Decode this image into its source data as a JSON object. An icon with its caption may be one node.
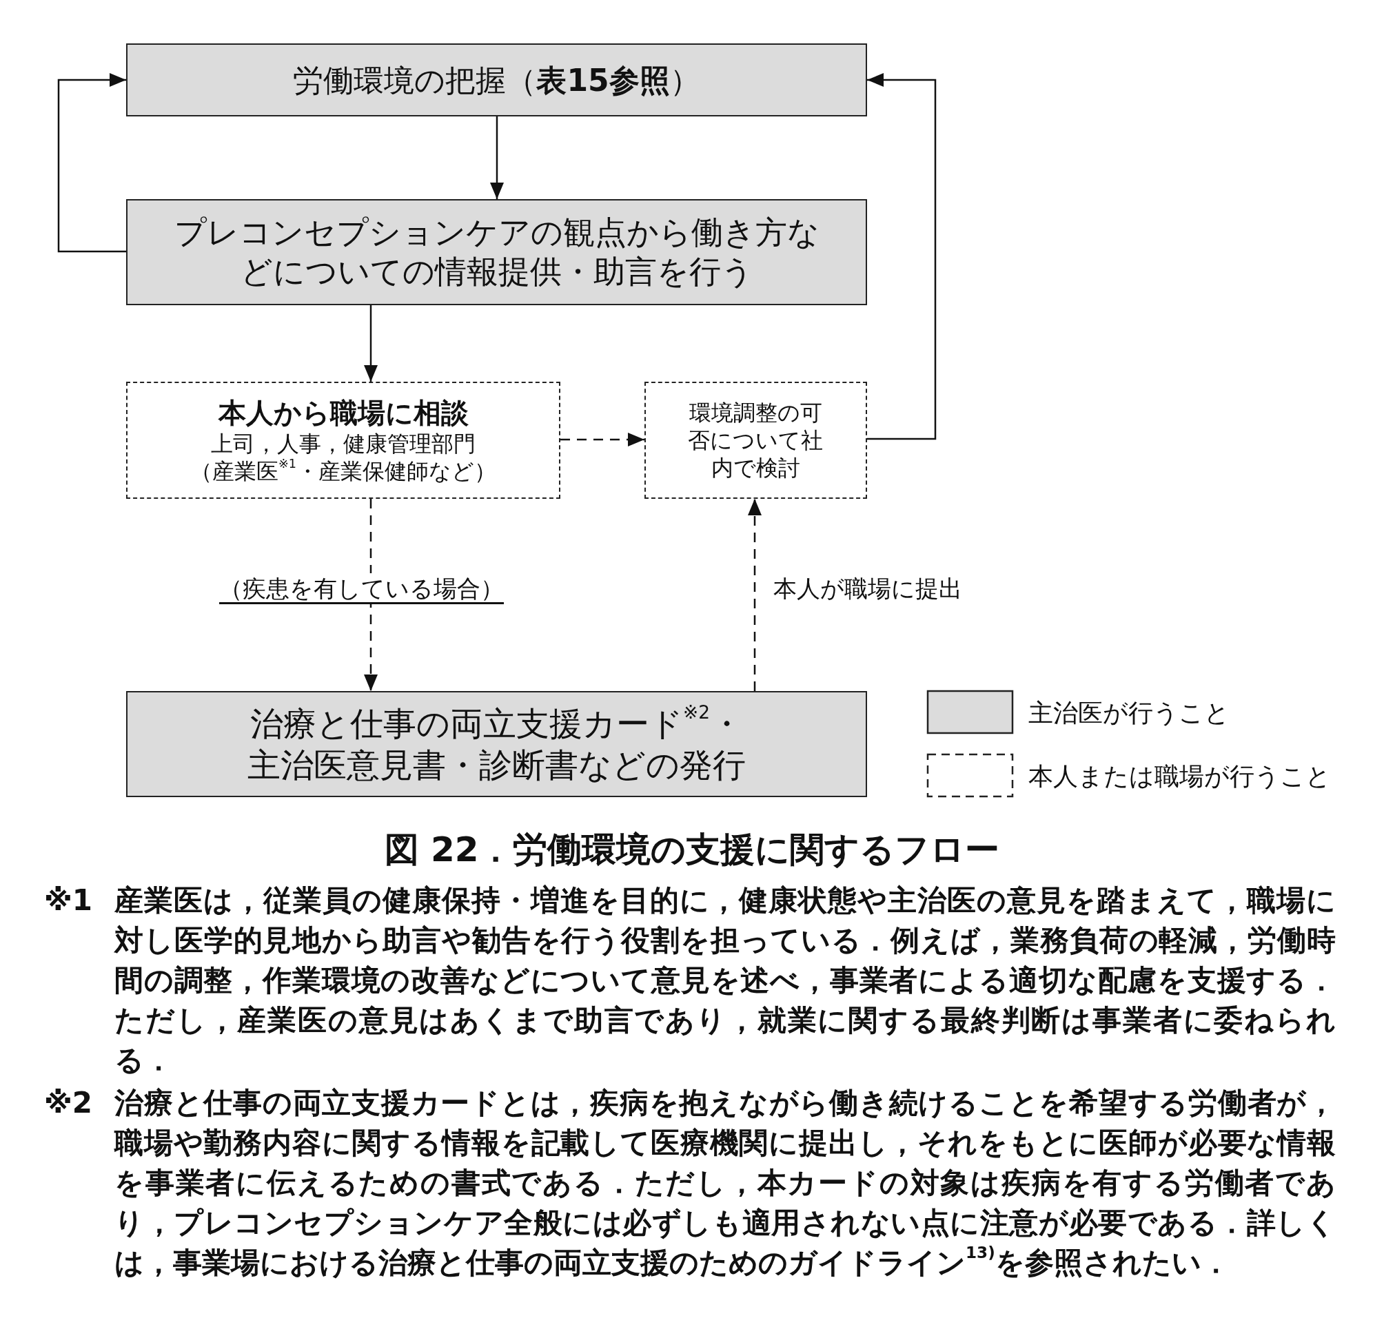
{
  "diagram": {
    "caption": "図 22．労働環境の支援に関するフロー",
    "nodes": [
      {
        "text": [
          "労働環境の把握（**表15参照**）"
        ]
      },
      {
        "text": [
          "プレコンセプションケアの観点から働き方などについての情報提供・助言を行う"
        ]
      },
      {
        "text": [
          "本人から職場に相談",
          "上司，人事，健康管理部門",
          "（産業医$^{※1}$・産業保健師など）"
        ]
      },
      {
        "text": [
          "環境調整の可否について社内で検討"
        ]
      },
      {
        "text": [
          "治療と仕事の両立支援カード$^{※2}$・主治医意見書・診断書などの発行"
        ]
      }
    ],
    "edges": [
      {
        "from": 0,
        "to": 1,
        "arrow": "to"
      },
      {
        "from": 1,
        "to": 0,
        "arrow": "to"
      },
      {
        "from": 1,
        "to": 2,
        "arrow": "to"
      },
      {
        "from": 2,
        "to": 3,
        "arrow": "to",
        "style": "dashed"
      },
      {
        "from": 3,
        "to": 0,
        "arrow": "to"
      },
      {
        "from": 2,
        "to": 4,
        "arrow": "to",
        "style": "dashed",
        "label": "（疾患を有している場合）"
      },
      {
        "from": 4,
        "to": 3,
        "arrow": "to",
        "style": "dashed",
        "label": "本人が職場に提出"
      }
    ],
    "labels": [
      "※1",
      "産業医は，従業員の健康保持・増進を目的に，健康状態や主治医の意見を踏まえて，職場に対し医学的見地から助言や勧告を行う役割を担っている．例えば，業務負荷の軽減，労働時間の調整，作業環境の改善などについて意見を述べ，事業者による適切な配慮を支援する．ただし，産業医の意見はあくまで助言であり，就業に関する最終判断は事業者に委ねられる．",
      "※2",
      "治療と仕事の両立支援カードとは，疾病を抱えながら働き続けることを希望する労働者が，職場や勤務内容に関する情報を記載して医療機関に提出し，それをもとに医師が必要な情報を事業者に伝えるための書式である．ただし，本カードの対象は疾病を有する労働者であり，プレコンセプションケア全般には必ずしも適用されない点に注意が必要である．詳しくは，事業場における治療と仕事の両立支援のためのガイドライン$^{13)}$を参照されたい．"
    ],
    "legend": [
      {
        "text": "主治医が行うこと",
        "color": "#dcdcdc"
      },
      {
        "text": "本人または職場が行うこと"
      }
    ]
  }
}
